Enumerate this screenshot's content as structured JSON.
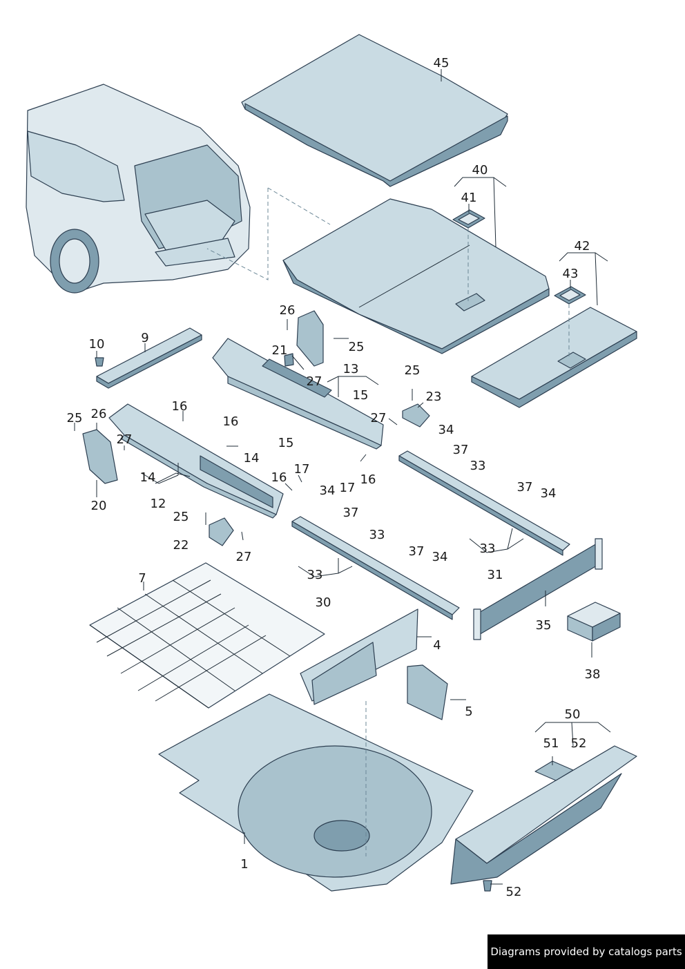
{
  "labels": {
    "l1": "1",
    "l4": "4",
    "l5": "5",
    "l7": "7",
    "l9": "9",
    "l10": "10",
    "l12": "12",
    "l13": "13",
    "l14a": "14",
    "l14b": "14",
    "l15a": "15",
    "l15b": "15",
    "l16a": "16",
    "l16b": "16",
    "l16c": "16",
    "l16d": "16",
    "l17a": "17",
    "l17b": "17",
    "l20": "20",
    "l21": "21",
    "l22": "22",
    "l23": "23",
    "l25a": "25",
    "l25b": "25",
    "l25c": "25",
    "l25d": "25",
    "l26a": "26",
    "l26b": "26",
    "l27a": "27",
    "l27b": "27",
    "l27c": "27",
    "l27d": "27",
    "l30": "30",
    "l31": "31",
    "l33a": "33",
    "l33b": "33",
    "l33c": "33",
    "l33d": "33",
    "l34a": "34",
    "l34b": "34",
    "l34c": "34",
    "l34d": "34",
    "l35": "35",
    "l37a": "37",
    "l37b": "37",
    "l37c": "37",
    "l37d": "37",
    "l38": "38",
    "l40": "40",
    "l41": "41",
    "l42": "42",
    "l43": "43",
    "l45": "45",
    "l50": "50",
    "l51": "51",
    "l52a": "52",
    "l52b": "52"
  },
  "footer": {
    "text": "Diagrams provided by catalogs parts"
  }
}
